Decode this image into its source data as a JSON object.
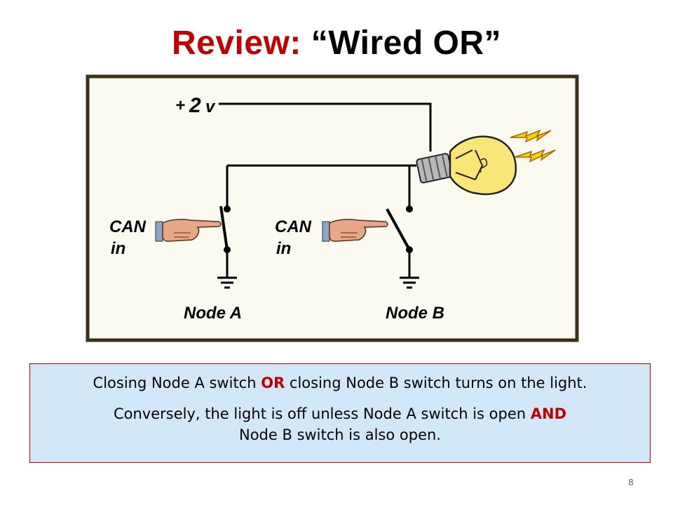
{
  "slide": {
    "title_prefix": "Review:",
    "title_main": " “Wired OR”",
    "page_number": "8"
  },
  "diagram": {
    "voltage_plus": "+",
    "voltage_value": "2",
    "voltage_unit": "v",
    "node_a": {
      "input_line1": "CAN",
      "input_line2": "in",
      "label": "Node A",
      "switch_state": "closed"
    },
    "node_b": {
      "input_line1": "CAN",
      "input_line2": "in",
      "label": "Node B",
      "switch_state": "open"
    },
    "bulb_state": "on",
    "colors": {
      "background": "#fafaf0",
      "border": "#3a3218",
      "bulb": "#f8e678",
      "wire": "#000000"
    }
  },
  "caption": {
    "line1_before": "Closing Node A switch ",
    "line1_keyword": "OR",
    "line1_after": " closing Node B switch turns on the light.",
    "line2_before": "Conversely, the light is off unless Node A switch is open ",
    "line2_keyword": "AND",
    "line3": "Node B switch is also open."
  }
}
